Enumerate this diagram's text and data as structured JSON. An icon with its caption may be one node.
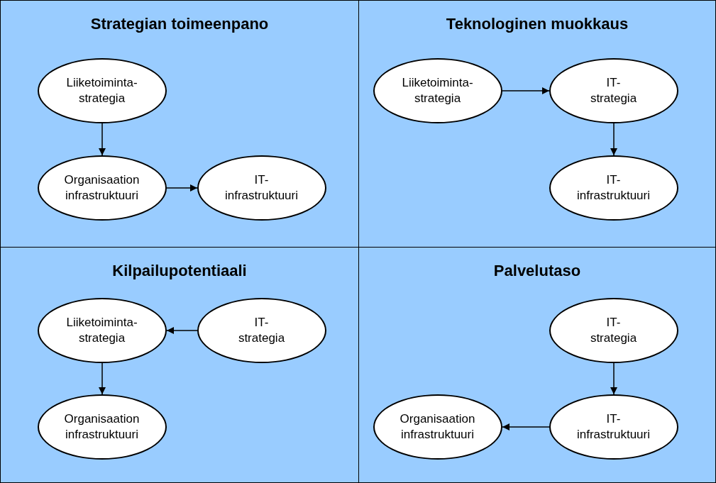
{
  "diagram": {
    "nodes": [
      {
        "text": [
          "Strategian toimeenpano"
        ]
      },
      {
        "text": [
          "Liiketoiminta- strategia"
        ],
        "in": 0
      },
      {
        "text": [
          "Organisaation infrastruktuuri"
        ],
        "in": 0
      },
      {
        "text": [
          "IT- infrastruktuuri"
        ],
        "in": 0
      },
      {
        "text": [
          "Teknologinen muokkaus"
        ]
      },
      {
        "text": [
          "Liiketoiminta- strategia"
        ],
        "in": 4
      },
      {
        "text": [
          "IT- strategia"
        ],
        "in": 4
      },
      {
        "text": [
          "IT- infrastruktuuri"
        ],
        "in": 4
      },
      {
        "text": [
          "Kilpailupotentiaali"
        ]
      },
      {
        "text": [
          "Liiketoiminta- strategia"
        ],
        "in": 8
      },
      {
        "text": [
          "IT- strategia"
        ],
        "in": 8
      },
      {
        "text": [
          "Organisaation infrastruktuuri"
        ],
        "in": 8
      },
      {
        "text": [
          "Palvelutaso"
        ]
      },
      {
        "text": [
          "IT- strategia"
        ],
        "in": 12
      },
      {
        "text": [
          "Organisaation infrastruktuuri"
        ],
        "in": 12
      },
      {
        "text": [
          "IT- infrastruktuuri"
        ],
        "in": 12
      }
    ],
    "edges": [
      {
        "from": 1,
        "to": 2,
        "arrow": "to"
      },
      {
        "from": 2,
        "to": 3,
        "arrow": "to"
      },
      {
        "from": 5,
        "to": 6,
        "arrow": "to"
      },
      {
        "from": 6,
        "to": 7,
        "arrow": "to"
      },
      {
        "from": 10,
        "to": 9,
        "arrow": "to"
      },
      {
        "from": 9,
        "to": 11,
        "arrow": "to"
      },
      {
        "from": 13,
        "to": 15,
        "arrow": "to"
      },
      {
        "from": 15,
        "to": 14,
        "arrow": "to"
      }
    ]
  }
}
